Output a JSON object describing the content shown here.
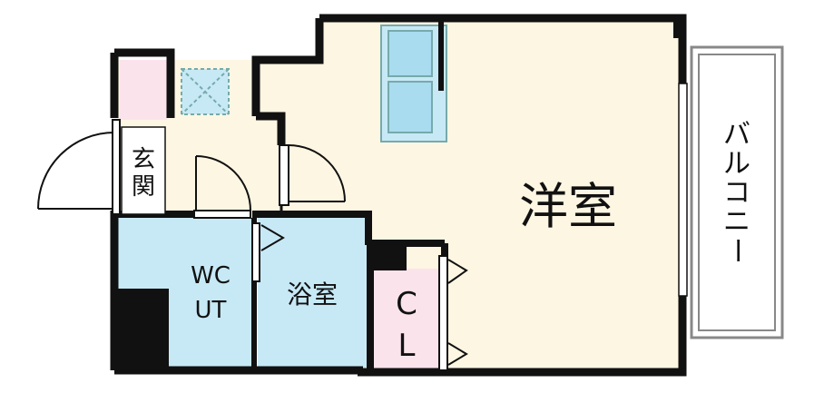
{
  "rooms": {
    "western_room": "洋室",
    "balcony": "バルコニー",
    "entrance": "玄関",
    "wc_ut_line1": "WC",
    "wc_ut_line2": "UT",
    "bathroom": "浴室",
    "closet_line1": "C",
    "closet_line2": "L"
  },
  "colors": {
    "floor": "#fdf6e3",
    "wet_area": "#c7e9f6",
    "storage": "#fbe3ec",
    "wall": "#111111",
    "kitchen": "#a9dcef"
  }
}
